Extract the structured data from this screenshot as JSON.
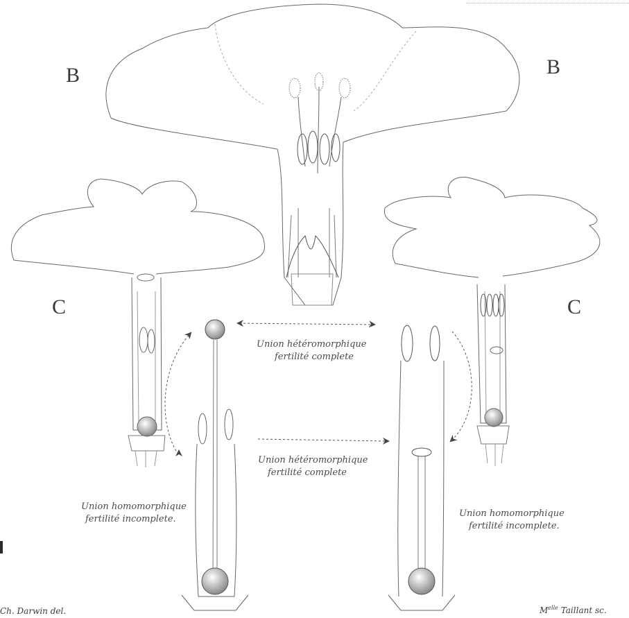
{
  "labels": {
    "b_left": "B",
    "b_right": "B",
    "c_left": "C",
    "c_right": "C"
  },
  "captions": {
    "hetero_top": [
      "Union hétéromorphique",
      "fertilité complete"
    ],
    "hetero_mid": [
      "Union hétéromorphique",
      "fertilité complete"
    ],
    "homo_left": [
      "Union homomorphique",
      "fertilité incomplete."
    ],
    "homo_right": [
      "Union homomorphique",
      "fertilité incomplete."
    ]
  },
  "signatures": {
    "left": "Ch. Darwin del.",
    "right_prefix": "M",
    "right_sup": "elle",
    "right_rest": " Taillant sc."
  },
  "colors": {
    "ink": "#555555",
    "faint": "#999999"
  }
}
